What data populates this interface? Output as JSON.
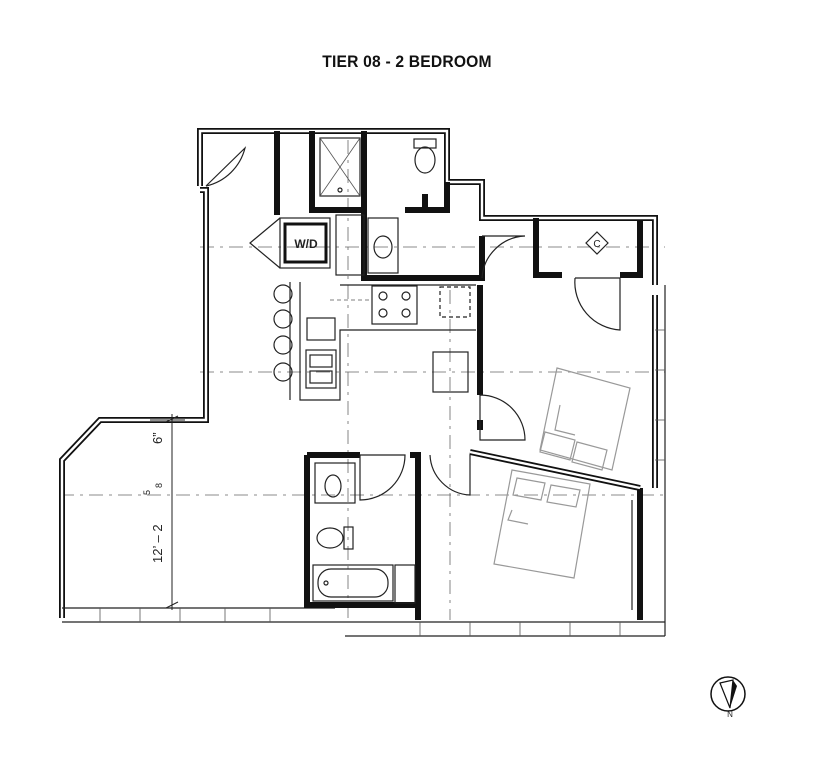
{
  "plan": {
    "title": "TIER 08 - 2 BEDROOM",
    "washer_dryer_label": "W/D",
    "closet_symbol": "C",
    "dimension_main": "12’ – 2 5⁄8”",
    "dimension_main_part1": "12’ – 2",
    "dimension_main_num": "5",
    "dimension_main_den": "8",
    "dimension_small": "6”",
    "north_label": "N"
  },
  "icons": [
    "north-arrow-icon",
    "washer-dryer-icon",
    "closet-symbol-icon",
    "toilet-icon",
    "sink-icon",
    "bathtub-icon",
    "shower-icon",
    "range-icon",
    "bed-icon",
    "bar-stool-icon"
  ]
}
